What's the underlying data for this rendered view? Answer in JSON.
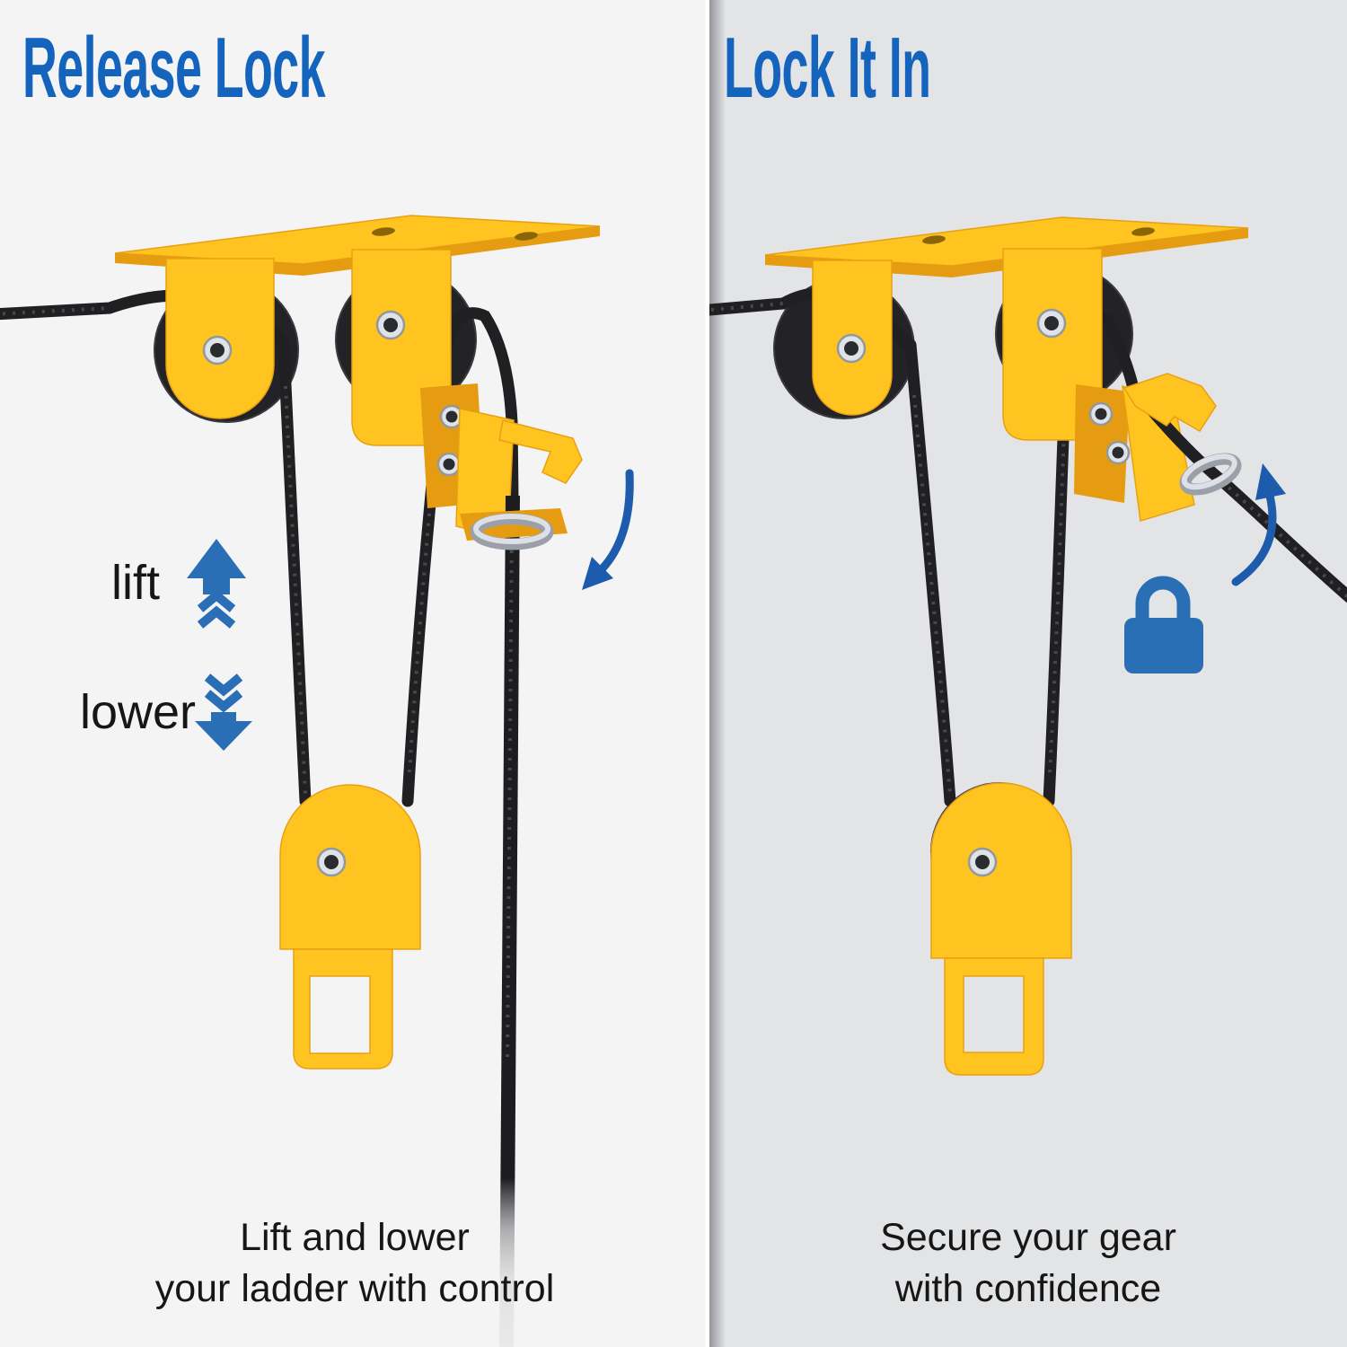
{
  "panels": [
    {
      "id": "release",
      "title": "Release Lock",
      "labels": {
        "lift": "lift",
        "lower": "lower"
      },
      "caption": {
        "line1": "Lift and lower",
        "line2": "your ladder with control"
      }
    },
    {
      "id": "lock",
      "title": "Lock It In",
      "caption": {
        "line1": "Secure your gear",
        "line2": "with confidence"
      }
    }
  ],
  "icons": {
    "lift_arrow": "up-arrow-with-chevrons-icon",
    "lower_arrow": "down-arrow-with-chevrons-icon",
    "release_curve": "curved-arrow-down-icon",
    "lock_curve": "curved-arrow-up-icon",
    "padlock": "padlock-locked-icon"
  },
  "colors": {
    "accent_blue": "#1464bd",
    "arrow_blue": "#2a6eb6",
    "curve_blue": "#1d5cad",
    "machine_yellow": "#ffc41f",
    "machine_yellow_shade": "#e59c10",
    "rope_black": "#202023",
    "bg_left": "#f4f4f5",
    "bg_right": "#e3e4e6",
    "text_black": "#161616"
  }
}
